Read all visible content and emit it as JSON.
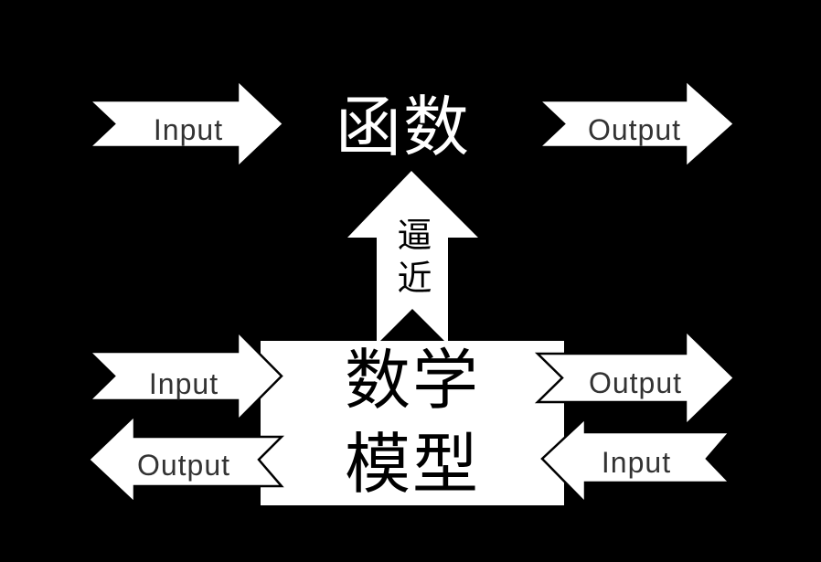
{
  "background_color": "#000000",
  "colors": {
    "arrow_fill": "#ffffff",
    "arrow_outline": "#000000",
    "label_text": "#333333",
    "title_text": "#ffffff",
    "box_fill": "#ffffff",
    "box_text": "#000000"
  },
  "top_row": {
    "input_label": "Input",
    "function_title": "函数",
    "output_label": "Output"
  },
  "approx_arrow": {
    "label": "逼近"
  },
  "model_box": {
    "line1": "数学",
    "line2": "模型"
  },
  "middle_row": {
    "input_label": "Input",
    "output_label": "Output"
  },
  "bottom_row": {
    "output_label": "Output",
    "input_label": "Input"
  }
}
